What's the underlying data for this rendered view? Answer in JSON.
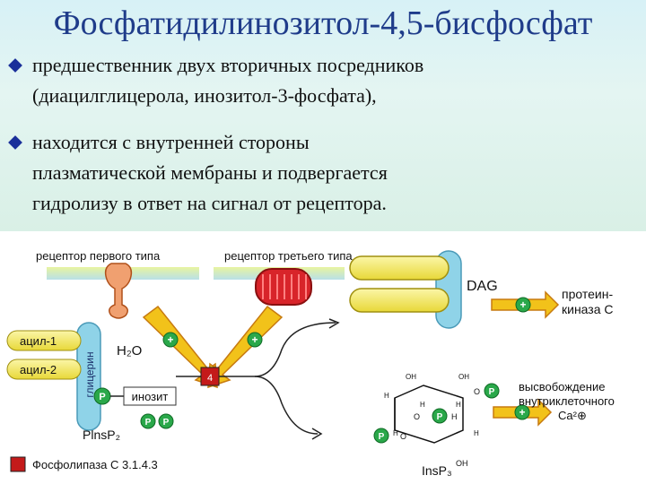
{
  "title": "Фосфатидилинозитол-4,5-бисфосфат",
  "bullets": [
    {
      "lines": [
        " предшественник двух вторичных посредников",
        "(диацилглицерола, инозитол-3-фосфата),"
      ]
    },
    {
      "lines": [
        "находится с внутренней стороны",
        "плазматической мембраны и подвергается",
        "гидролизу в ответ на сигнал от рецептора."
      ]
    }
  ],
  "diagram": {
    "receptor1_label": "рецептор первого типа",
    "receptor3_label": "рецептор третьего типа",
    "dag_label": "DAG",
    "plus_symbol": "+",
    "protein_kinase_line1": "протеин-",
    "protein_kinase_line2": "киназа С",
    "acyl1": "ацил-1",
    "acyl2": "ацил-2",
    "glycerol": "глицерин",
    "water": "H₂O",
    "enzyme_mark": "4",
    "p_symbol": "P",
    "inositol": "инозит",
    "pinsp2": "PlnsP₂",
    "release_line1": "высвобождение",
    "release_line2": "внутриклеточного",
    "ca_label": "Ca²⊕",
    "insp3": "InsP₃",
    "ring_oh": "OH",
    "ring_h": "H",
    "ring_o": "O",
    "legend_text": "Фосфолипаза С 3.1.4.3",
    "colors": {
      "title": "#1f3c8a",
      "arrow_yellow": "#f2c21a",
      "arrow_outline": "#c77a10",
      "plus_green": "#2aa84a",
      "enzyme_red": "#c41a1a",
      "membrane_blue": "#8fd3e8",
      "dag_yellow": "#f6ec5a",
      "receptor_orange": "#f0a070",
      "receptor_red": "#d8242a"
    }
  }
}
